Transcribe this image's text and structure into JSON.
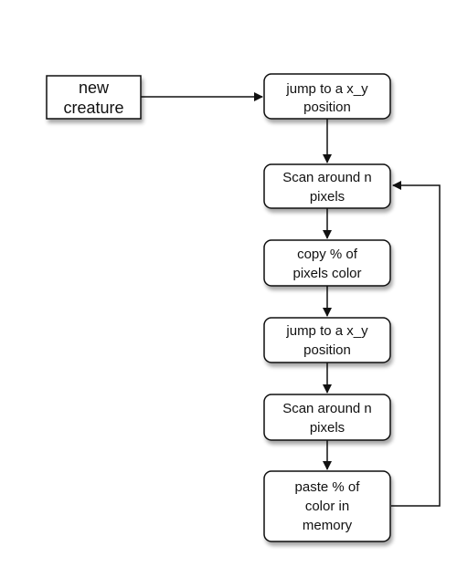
{
  "diagram": {
    "start": {
      "lines": [
        "new",
        "creature"
      ]
    },
    "steps": [
      {
        "lines": [
          "jump to a x_y",
          "position"
        ]
      },
      {
        "lines": [
          "Scan around n",
          "pixels"
        ]
      },
      {
        "lines": [
          "copy % of",
          "pixels color"
        ]
      },
      {
        "lines": [
          "jump to a x_y",
          "position"
        ]
      },
      {
        "lines": [
          "Scan around n",
          "pixels"
        ]
      },
      {
        "lines": [
          "paste % of",
          "color in",
          "memory"
        ]
      }
    ]
  },
  "colors": {
    "background": "#ffffff",
    "box_fill": "#ffffff",
    "stroke": "#111111",
    "text": "#111111"
  }
}
